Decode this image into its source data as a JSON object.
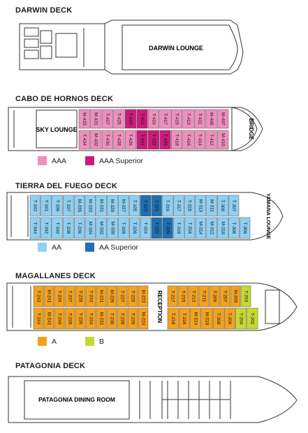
{
  "decks": [
    {
      "title": "DARWIN DECK",
      "areas": [
        "DARWIN LOUNGE"
      ]
    },
    {
      "title": "CABO DE HORNOS DECK",
      "areas": [
        "SKY LOUNGE",
        "BRIDGE"
      ],
      "legend": [
        {
          "label": "AAA",
          "color": "#ee8fbe"
        },
        {
          "label": "AAA Superior",
          "color": "#cc1a7a"
        }
      ],
      "rows": {
        "top": [
          {
            "label": "M-433",
            "cls": "AAA"
          },
          {
            "label": "M-431",
            "cls": "AAA"
          },
          {
            "label": "T-427",
            "cls": "AAA"
          },
          {
            "label": "T-425",
            "cls": "AAA"
          },
          {
            "label": "T-423",
            "cls": "AAA Superior"
          },
          {
            "label": "T-421",
            "cls": "AAA Superior"
          },
          {
            "label": "T-419",
            "cls": "AAA"
          },
          {
            "label": "T-417",
            "cls": "AAA"
          },
          {
            "label": "T-415",
            "cls": "AAA"
          },
          {
            "label": "T-413",
            "cls": "AAA"
          },
          {
            "label": "T-411",
            "cls": "AAA"
          },
          {
            "label": "M-409",
            "cls": "AAA"
          },
          {
            "label": "M-407",
            "cls": "AAA"
          }
        ],
        "bottom": [
          {
            "label": "T-434",
            "cls": "AAA"
          },
          {
            "label": "M-432",
            "cls": "AAA"
          },
          {
            "label": "T-430",
            "cls": "AAA"
          },
          {
            "label": "T-428",
            "cls": "AAA"
          },
          {
            "label": "T-426",
            "cls": "AAA"
          },
          {
            "label": "T-424",
            "cls": "AAA Superior"
          },
          {
            "label": "T-422",
            "cls": "AAA Superior"
          },
          {
            "label": "T-420",
            "cls": "AAA Superior"
          },
          {
            "label": "T-418",
            "cls": "AAA"
          },
          {
            "label": "T-416",
            "cls": "AAA"
          },
          {
            "label": "T-414",
            "cls": "AAA"
          },
          {
            "label": "T-412",
            "cls": "AAA"
          },
          {
            "label": "M-410",
            "cls": "AAA"
          }
        ]
      }
    },
    {
      "title": "TIERRA DEL FUEGO DECK",
      "areas": [
        "YAMANA LOUNGE"
      ],
      "legend": [
        {
          "label": "AA",
          "color": "#8fd0f1"
        },
        {
          "label": "AA Superior",
          "color": "#1f6fb1"
        }
      ],
      "rows": {
        "top": [
          {
            "label": "T-343",
            "cls": "AA"
          },
          {
            "label": "T-341",
            "cls": "AA"
          },
          {
            "label": "T-339",
            "cls": "AA"
          },
          {
            "label": "T-337",
            "cls": "AA"
          },
          {
            "label": "M-335",
            "cls": "AA"
          },
          {
            "label": "M-333",
            "cls": "AA"
          },
          {
            "label": "M-331",
            "cls": "AA"
          },
          {
            "label": "M-329",
            "cls": "AA"
          },
          {
            "label": "M-327",
            "cls": "AA"
          },
          {
            "label": "T-325",
            "cls": "AA"
          },
          {
            "label": "T-323",
            "cls": "AA Superior"
          },
          {
            "label": "T-321",
            "cls": "AA Superior"
          },
          {
            "label": "T-319",
            "cls": "AA"
          },
          {
            "label": "T-317",
            "cls": "AA"
          },
          {
            "label": "T-315",
            "cls": "AA"
          },
          {
            "label": "M-313",
            "cls": "AA"
          },
          {
            "label": "M-311",
            "cls": "AA"
          },
          {
            "label": "T-309",
            "cls": "AA"
          },
          {
            "label": "T-307",
            "cls": "AA"
          }
        ],
        "bottom": [
          {
            "label": "T-344",
            "cls": "AA"
          },
          {
            "label": "T-342",
            "cls": "AA"
          },
          {
            "label": "T-340",
            "cls": "AA"
          },
          {
            "label": "T-338",
            "cls": "AA"
          },
          {
            "label": "T-336",
            "cls": "AA"
          },
          {
            "label": "M-334",
            "cls": "AA"
          },
          {
            "label": "M-332",
            "cls": "AA"
          },
          {
            "label": "M-330",
            "cls": "AA"
          },
          {
            "label": "T-328",
            "cls": "AA"
          },
          {
            "label": "T-326",
            "cls": "AA"
          },
          {
            "label": "T-324",
            "cls": "AA"
          },
          {
            "label": "T-322",
            "cls": "AA Superior"
          },
          {
            "label": "T-320",
            "cls": "AA Superior"
          },
          {
            "label": "T-318",
            "cls": "AA"
          },
          {
            "label": "T-316",
            "cls": "AA"
          },
          {
            "label": "M-314",
            "cls": "AA"
          },
          {
            "label": "M-312",
            "cls": "AA"
          },
          {
            "label": "M-310",
            "cls": "AA"
          },
          {
            "label": "T-308",
            "cls": "AA"
          },
          {
            "label": "T-306",
            "cls": "AA"
          }
        ]
      }
    },
    {
      "title": "MAGALLANES DECK",
      "areas": [
        "RECEPTION"
      ],
      "legend": [
        {
          "label": "A",
          "color": "#f2a21e"
        },
        {
          "label": "B",
          "color": "#c6d834"
        }
      ],
      "rows": {
        "top": [
          {
            "label": "T-243",
            "cls": "A"
          },
          {
            "label": "M-241",
            "cls": "A"
          },
          {
            "label": "T-239",
            "cls": "A"
          },
          {
            "label": "T-237",
            "cls": "A"
          },
          {
            "label": "T-235",
            "cls": "A"
          },
          {
            "label": "T-233",
            "cls": "A"
          },
          {
            "label": "M-231",
            "cls": "A"
          },
          {
            "label": "M-229",
            "cls": "A"
          },
          {
            "label": "T-227",
            "cls": "A"
          },
          {
            "label": "T-225",
            "cls": "A"
          },
          {
            "label": "M-223",
            "cls": "A"
          },
          {
            "label": "T-217",
            "cls": "A"
          },
          {
            "label": "T-215",
            "cls": "A"
          },
          {
            "label": "T-213",
            "cls": "A"
          },
          {
            "label": "T-211",
            "cls": "A"
          },
          {
            "label": "T-209",
            "cls": "A"
          },
          {
            "label": "T-207",
            "cls": "A"
          },
          {
            "label": "M-205",
            "cls": "A"
          },
          {
            "label": "T-203",
            "cls": "B"
          }
        ],
        "bottom": [
          {
            "label": "T-244",
            "cls": "A"
          },
          {
            "label": "M-242",
            "cls": "A"
          },
          {
            "label": "T-240",
            "cls": "A"
          },
          {
            "label": "T-238",
            "cls": "A"
          },
          {
            "label": "T-236",
            "cls": "A"
          },
          {
            "label": "T-234",
            "cls": "A"
          },
          {
            "label": "M-232",
            "cls": "A"
          },
          {
            "label": "T-230",
            "cls": "A"
          },
          {
            "label": "T-228",
            "cls": "A"
          },
          {
            "label": "T-226",
            "cls": "A"
          },
          {
            "label": "M-224",
            "cls": "A"
          },
          {
            "label": "T-218",
            "cls": "A"
          },
          {
            "label": "T-216",
            "cls": "A"
          },
          {
            "label": "M-214",
            "cls": "A"
          },
          {
            "label": "M-210",
            "cls": "A"
          },
          {
            "label": "T-208",
            "cls": "A"
          },
          {
            "label": "T-206",
            "cls": "A"
          },
          {
            "label": "T-204",
            "cls": "B"
          },
          {
            "label": "T-202",
            "cls": "B"
          }
        ]
      }
    },
    {
      "title": "PATAGONIA DECK",
      "areas": [
        "PATAGONIA DINING ROOM"
      ]
    }
  ],
  "class_colors": {
    "AAA": "#ee8fbe",
    "AAA Superior": "#cc1a7a",
    "AA": "#8fd0f1",
    "AA Superior": "#1f6fb1",
    "A": "#f2a21e",
    "B": "#c6d834"
  }
}
